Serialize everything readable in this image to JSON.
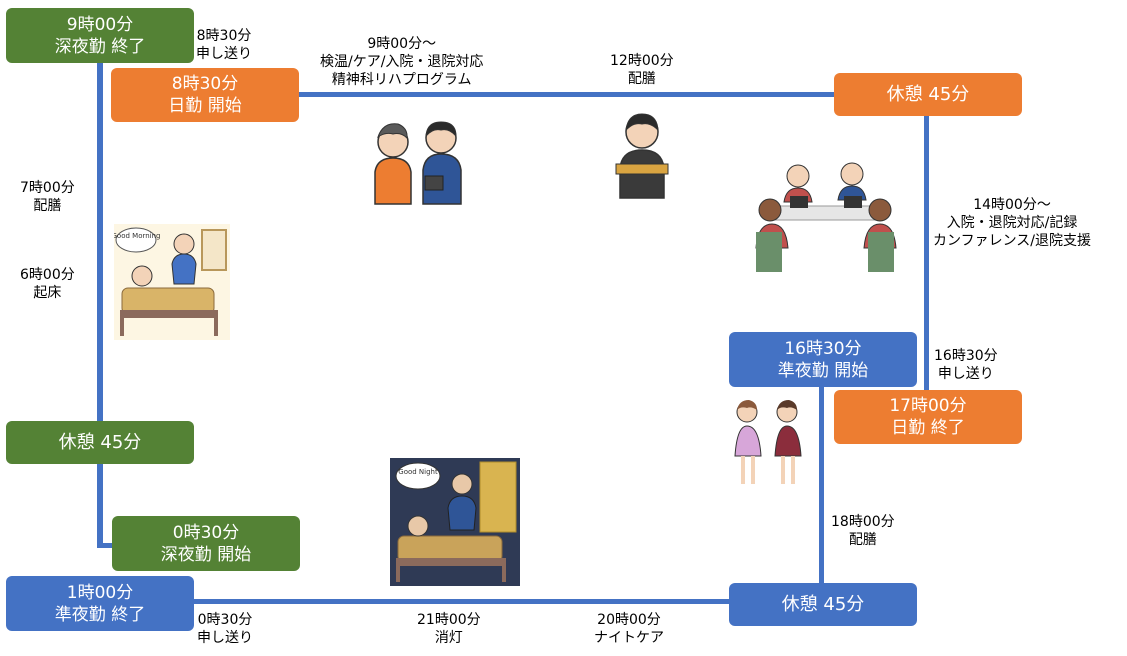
{
  "colors": {
    "night_shift": "#548235",
    "day_shift": "#ED7D31",
    "evening_shift": "#4472C4",
    "line": "#4472C4"
  },
  "boxes": {
    "night_end": {
      "line1": "9時00分",
      "line2": "深夜勤 終了"
    },
    "day_start": {
      "line1": "8時30分",
      "line2": "日勤 開始"
    },
    "day_break": {
      "line1": "休憩 45分"
    },
    "night_break": {
      "line1": "休憩 45分"
    },
    "night_start": {
      "line1": "0時30分",
      "line2": "深夜勤 開始"
    },
    "evening_end": {
      "line1": "1時00分",
      "line2": "準夜勤 終了"
    },
    "evening_start": {
      "line1": "16時30分",
      "line2": "準夜勤 開始"
    },
    "day_end": {
      "line1": "17時00分",
      "line2": "日勤 終了"
    },
    "evening_break": {
      "line1": "休憩 45分"
    }
  },
  "labels": {
    "handover_morning": [
      "8時30分",
      "申し送り"
    ],
    "morning_tasks": [
      "9時00分～",
      "検温/ケア/入院・退院対応",
      "精神科リハプログラム"
    ],
    "lunch": [
      "12時00分",
      "配膳"
    ],
    "breakfast": [
      "7時00分",
      "配膳"
    ],
    "wake_up": [
      "6時00分",
      "起床"
    ],
    "afternoon_tasks": [
      "14時00分～",
      "入院・退院対応/記録",
      "カンファレンス/退院支援"
    ],
    "handover_evening": [
      "16時30分",
      "申し送り"
    ],
    "dinner": [
      "18時00分",
      "配膳"
    ],
    "handover_night": [
      "0時30分",
      "申し送り"
    ],
    "lights_out": [
      "21時00分",
      "消灯"
    ],
    "night_care": [
      "20時00分",
      "ナイトケア"
    ]
  },
  "illustrations": {
    "good_morning": "Good Morning",
    "good_night": "Good Night"
  }
}
